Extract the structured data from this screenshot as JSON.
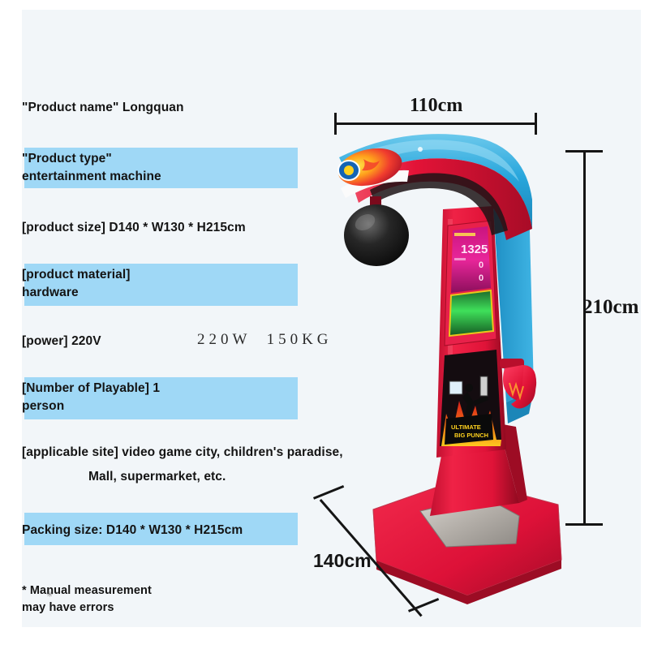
{
  "background": {
    "page": "#ffffff",
    "panel": "#f2f6f9",
    "highlight": "#9fd8f6",
    "text": "#141414"
  },
  "specs": [
    {
      "id": "product-name",
      "text": "\"Product name\" Longquan",
      "highlighted": false
    },
    {
      "id": "product-type",
      "text": "\"Product type\"\nentertainment machine",
      "highlighted": true
    },
    {
      "id": "product-size",
      "text": "[product size] D140 * W130 * H215cm",
      "highlighted": false
    },
    {
      "id": "product-material",
      "text": "[product material]\nhardware",
      "highlighted": true
    },
    {
      "id": "power",
      "text": "[power] 220V",
      "highlighted": false
    },
    {
      "id": "players",
      "text": "[Number of Playable] 1\nperson",
      "highlighted": true
    },
    {
      "id": "applicable-site-line1",
      "text": "[applicable site] video game city, children's paradise,",
      "highlighted": false
    },
    {
      "id": "applicable-site-line2",
      "text": "Mall, supermarket, etc.",
      "highlighted": false
    },
    {
      "id": "packing-size",
      "text": "Packing size: D140 * W130 * H215cm",
      "highlighted": true
    },
    {
      "id": "manual-note",
      "text": "* Manual measurement\nmay have errors",
      "highlighted": false
    }
  ],
  "wattage_note": "220W  150KG",
  "star_glyph": "✳",
  "dimensions": {
    "width_top": "110cm",
    "height_right": "210cm",
    "depth_base": "140cm"
  },
  "machine": {
    "score_display": "1325",
    "score_zero_1": "0",
    "score_zero_2": "0",
    "cabinet_decal_text": "ULTIMATE\nBIG PUNCH",
    "colors": {
      "arm_blue": "#29a8dd",
      "arm_blue_light": "#5fc3e8",
      "body_red": "#e8153c",
      "body_red_dark": "#b00d2c",
      "ball_black": "#1b1b1b",
      "display_magenta": "#e8269a",
      "display_green": "#34d94f",
      "glove_red": "#e12143",
      "base_red": "#e31b3f",
      "plate_gray": "#b9b5b0"
    }
  }
}
